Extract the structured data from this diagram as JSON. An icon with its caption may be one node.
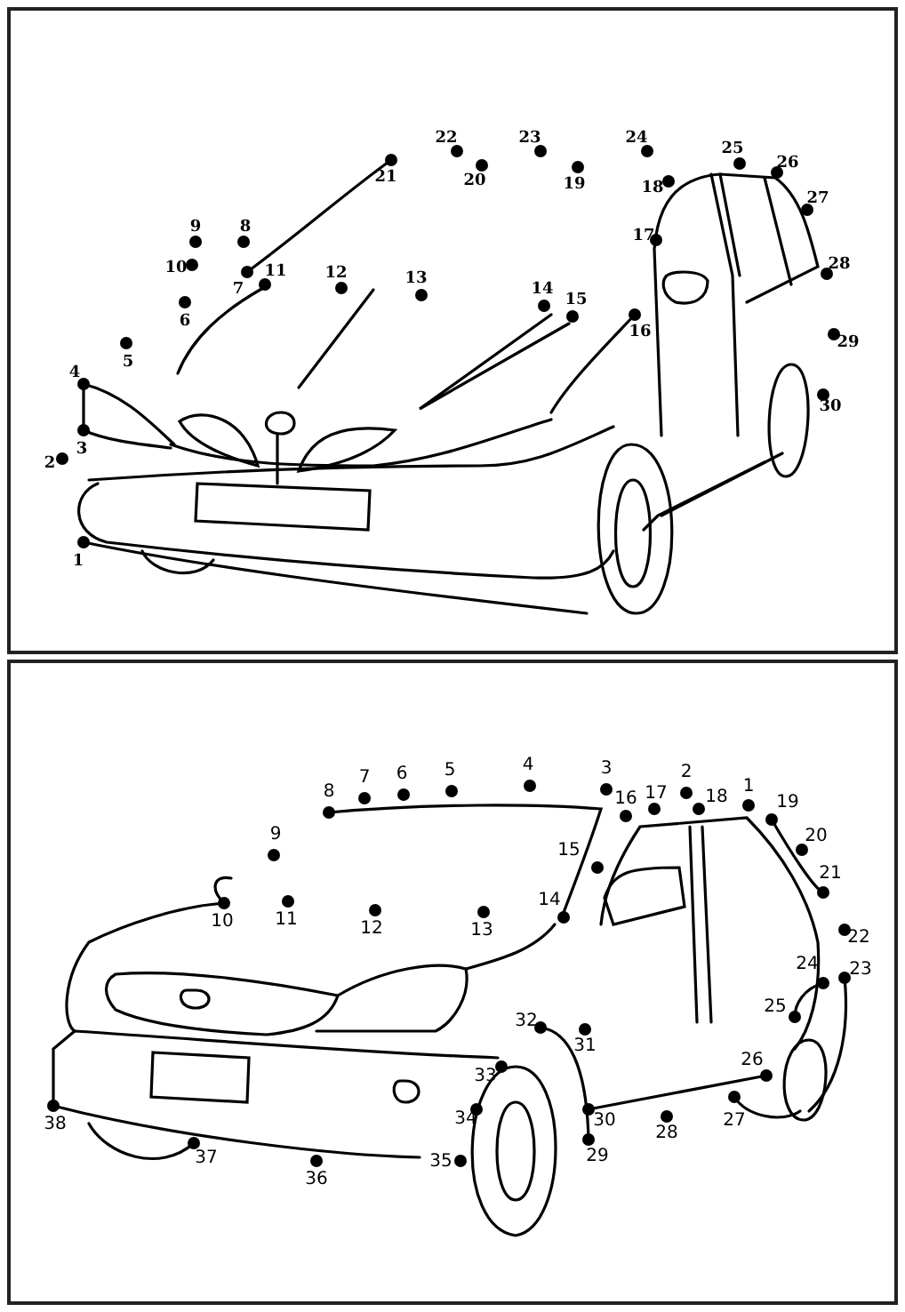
{
  "diagram": {
    "labels": [
      "1",
      "2",
      "3",
      "4",
      "5",
      "6",
      "7",
      "8",
      "9",
      "10",
      "11",
      "12",
      "13",
      "14",
      "15",
      "16",
      "17",
      "18",
      "19",
      "20",
      "21",
      "22",
      "23",
      "24",
      "25",
      "26",
      "27",
      "28",
      "29",
      "30",
      "1",
      "2",
      "3",
      "4",
      "5",
      "6",
      "7",
      "8",
      "9",
      "10",
      "11",
      "12",
      "13",
      "14",
      "15",
      "16",
      "17",
      "18",
      "19",
      "20",
      "21",
      "22",
      "23",
      "24",
      "25",
      "26",
      "27",
      "28",
      "29",
      "30",
      "31",
      "32",
      "33",
      "34",
      "35",
      "36",
      "37",
      "38"
    ]
  }
}
